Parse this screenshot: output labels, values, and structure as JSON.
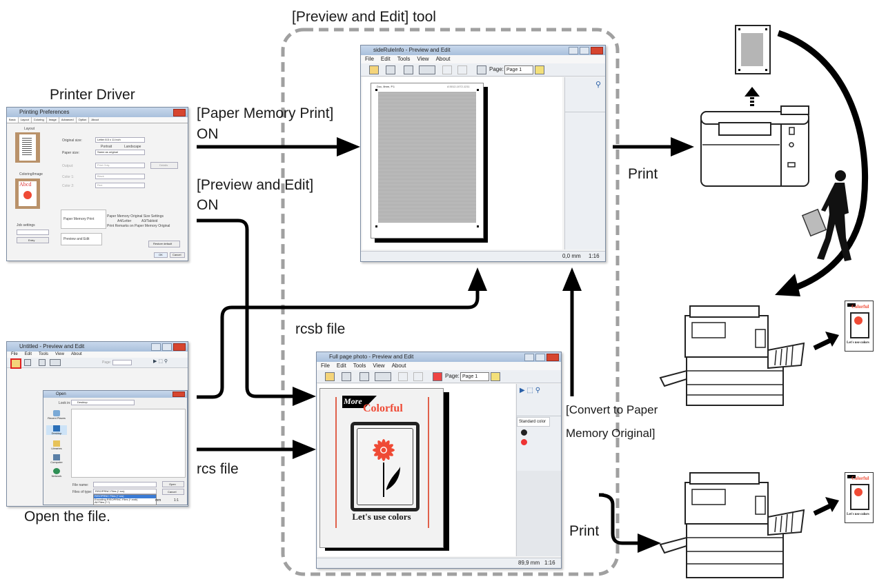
{
  "labels": {
    "tool_title": "[Preview and Edit] tool",
    "printer_driver": "Printer Driver",
    "paper_memory_print": "[Paper Memory Print]",
    "on_1": "ON",
    "preview_and_edit": "[Preview and Edit]",
    "on_2": "ON",
    "print_1": "Print",
    "print_2": "Print",
    "rcsb_file": "rcsb file",
    "rcs_file": "rcs file",
    "open_the_file": "Open the file.",
    "convert_line1": "[Convert to Paper",
    "convert_line2": "Memory Original]"
  },
  "driver_window": {
    "title": "Printing Preferences",
    "tabs": [
      "Basic",
      "Layout",
      "Coloring",
      "Image",
      "Advanced",
      "Option",
      "About"
    ],
    "layout_heading": "Layout",
    "coloring_heading": "Coloring/Image",
    "original_size_label": "Original size:",
    "original_size_value": "Letter 8.5 x 11 inch",
    "orientation_portrait": "Portrait",
    "orientation_landscape": "Landscape",
    "paper_size_label": "Paper size:",
    "paper_size_value": "Same as original",
    "output_label": "Output:",
    "output_value": "Print Only",
    "details_button": "Details",
    "color1_label": "Color 1:",
    "color1_value": "Black",
    "color2_label": "Color 2:",
    "color2_value": "Red",
    "paper_memory_checkbox": "Paper Memory Print",
    "pm_size_label": "Paper Memory Original Size Settings",
    "pm_size_letter": "A4/Letter",
    "pm_size_tabloid": "A3/Tabloid",
    "pm_remarks": "Print Remarks on Paper Memory Original",
    "job_settings": "Job settings",
    "entry_button": "Entry",
    "preview_checkbox": "Preview and Edit",
    "restore_button": "Restore default",
    "ok_button": "OK",
    "cancel_button": "Cancel",
    "thumb_text": "Abcd"
  },
  "open_window": {
    "title": "Untitled - Preview and Edit",
    "menu": [
      "File",
      "Edit",
      "Tools",
      "View",
      "About"
    ],
    "page_label": "Page:",
    "dialog_title": "Open",
    "look_in_label": "Look in:",
    "look_in_value": "Desktop",
    "places": [
      "Recent Places",
      "Desktop",
      "Libraries",
      "Computer",
      "Network"
    ],
    "file_name_label": "File name:",
    "files_of_type_label": "Files of type:",
    "files_of_type_value": "RISOPRNC Files (*.rcs)",
    "type_options": [
      "RISOPRNC Files (*.rcs)",
      "Encoding RISOPRNC Files (*.rcsb)",
      "All Files (*.*)"
    ],
    "open_button": "Open",
    "cancel_button": "Cancel",
    "status_mm": "mm",
    "status_zoom": "1:1"
  },
  "top_window": {
    "title": "sideRuleInfo - Preview and Edit",
    "menu": [
      "File",
      "Edit",
      "Tools",
      "View",
      "About"
    ],
    "page_label": "Page:",
    "page_value": "Page 1",
    "status_mm": "0,0 mm",
    "status_zoom": "1:16",
    "doc_header_left": "Doc, 8mm, P.1",
    "doc_header_right": "A 5012-1072-1211"
  },
  "bottom_window": {
    "title": "Full page photo - Preview and Edit",
    "menu": [
      "File",
      "Edit",
      "Tools",
      "View",
      "About"
    ],
    "page_label": "Page:",
    "page_value": "Page 1",
    "standard_color": "Standard color",
    "status_mm": "89,9 mm",
    "status_zoom": "1:16"
  },
  "poster": {
    "more": "More",
    "colorful": "Colorful",
    "caption": "Let's use colors"
  },
  "colors": {
    "arrow": "#000000",
    "dashed_frame": "#a0a0a0",
    "flower_red": "#ef4a35",
    "highlight_red": "#e02020"
  }
}
